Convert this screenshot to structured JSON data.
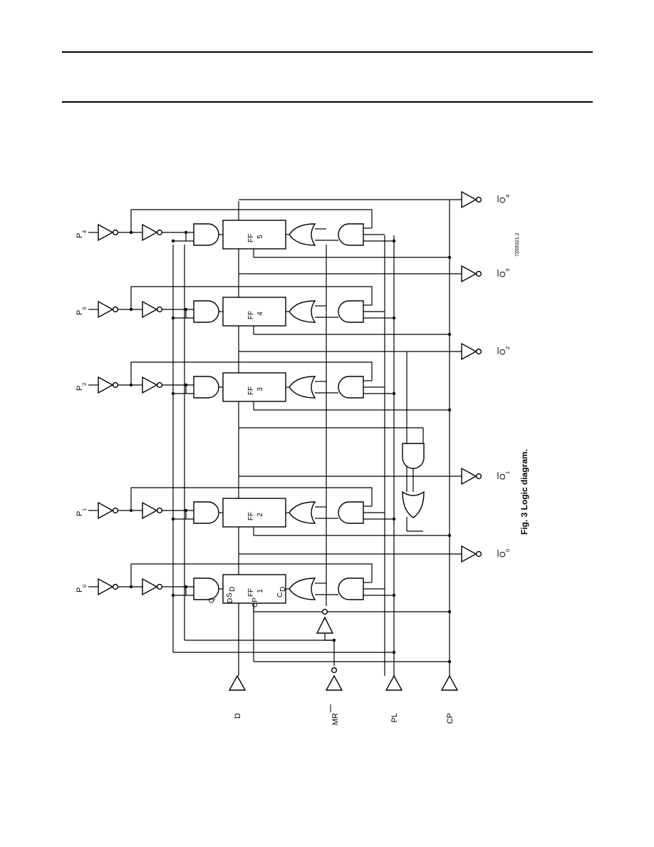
{
  "figure": {
    "caption": "Fig. 3  Logic diagram.",
    "code": "7Z69321.2"
  },
  "inputs": [
    "D",
    "MR",
    "PL",
    "CP"
  ],
  "parallel_inputs": [
    {
      "letter": "P",
      "sub": "0"
    },
    {
      "letter": "P",
      "sub": "1"
    },
    {
      "letter": "P",
      "sub": "2"
    },
    {
      "letter": "P",
      "sub": "3"
    },
    {
      "letter": "P",
      "sub": "4"
    }
  ],
  "outputs": [
    {
      "letter": "O",
      "sub": "0"
    },
    {
      "letter": "O",
      "sub": "1"
    },
    {
      "letter": "O",
      "sub": "2"
    },
    {
      "letter": "O",
      "sub": "3"
    },
    {
      "letter": "O",
      "sub": "4"
    }
  ],
  "flip_flops": [
    {
      "name": "FF",
      "num": "1"
    },
    {
      "name": "FF",
      "num": "2"
    },
    {
      "name": "FF",
      "num": "3"
    },
    {
      "name": "FF",
      "num": "4"
    },
    {
      "name": "FF",
      "num": "5"
    }
  ],
  "ff1_pins": {
    "sd": "S",
    "sd_sub": "D",
    "q": "Q",
    "d": "D",
    "cp": "CP",
    "cd": "C",
    "cd_sub": "D"
  }
}
